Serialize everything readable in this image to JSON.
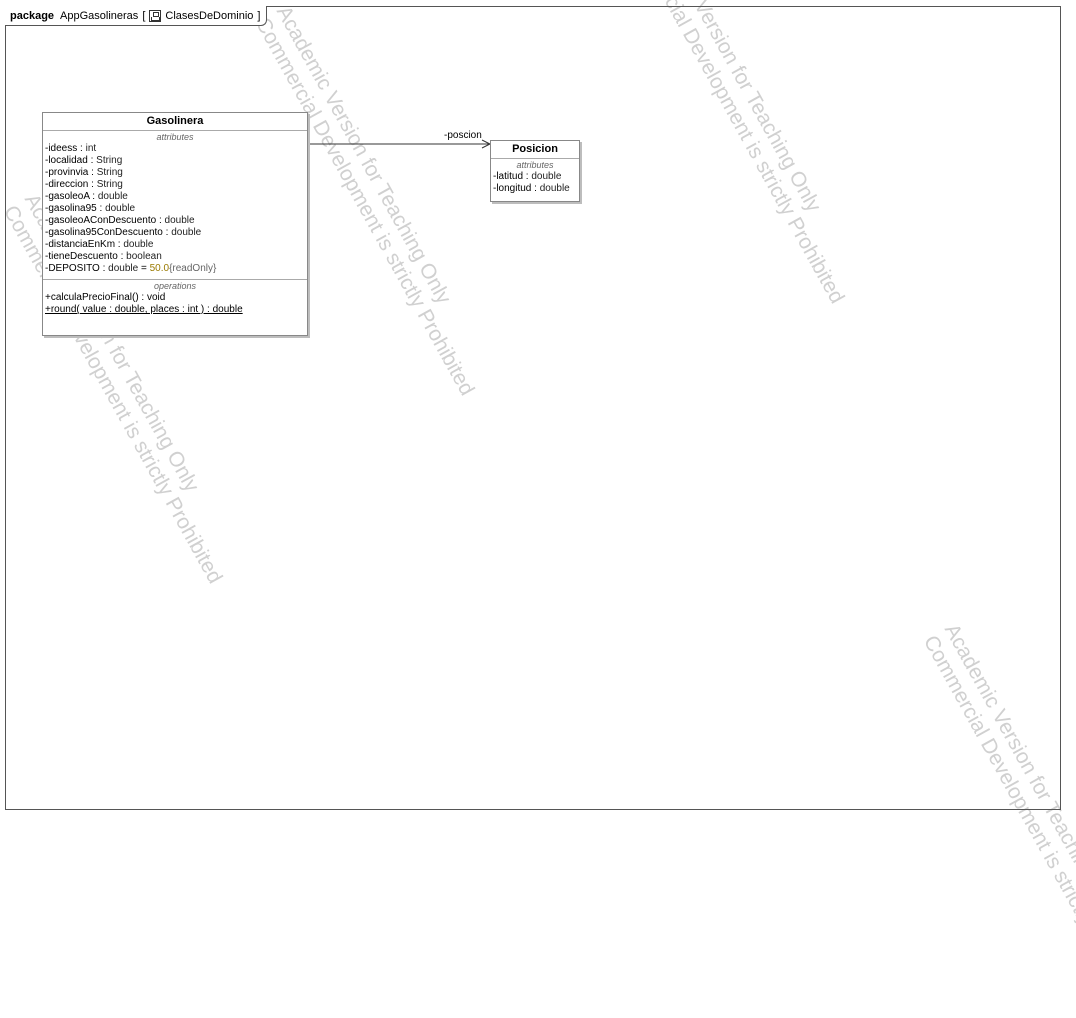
{
  "package": {
    "keyword": "package",
    "name": "AppGasolineras",
    "open_bracket": "[",
    "diagram_icon": "class-diagram-icon",
    "diagram_name": "ClasesDeDominio",
    "close_bracket": "]"
  },
  "watermark": {
    "line1": "Academic Version for Teaching Only",
    "line2": "Commercial Development is strictly Prohibited"
  },
  "classes": {
    "gasolinera": {
      "name": "Gasolinera",
      "attributes_label": "attributes",
      "attributes": [
        {
          "name": "-ideess",
          "sep": " : ",
          "type": "int"
        },
        {
          "name": "-localidad",
          "sep": " : ",
          "type": "String"
        },
        {
          "name": "-provinvia",
          "sep": " : ",
          "type": "String"
        },
        {
          "name": "-direccion",
          "sep": " : ",
          "type": "String"
        },
        {
          "name": "-gasoleoA",
          "sep": " : ",
          "type": "double"
        },
        {
          "name": "-gasolina95",
          "sep": " : ",
          "type": "double"
        },
        {
          "name": "-gasoleoAConDescuento",
          "sep": " : ",
          "type": "double"
        },
        {
          "name": "-gasolina95ConDescuento",
          "sep": " : ",
          "type": "double"
        },
        {
          "name": "-distanciaEnKm",
          "sep": " : ",
          "type": "double"
        },
        {
          "name": "-tieneDescuento",
          "sep": " : ",
          "type": "boolean"
        },
        {
          "name": "-DEPOSITO",
          "sep": " : ",
          "type": "double",
          "eq": " = ",
          "value": "50.0",
          "modifier": "{readOnly}"
        }
      ],
      "operations_label": "operations",
      "operations": [
        {
          "text": "+calculaPrecioFinal() : void",
          "static": false
        },
        {
          "text": "+round( value : double, places : int ) : double",
          "static": true
        }
      ]
    },
    "posicion": {
      "name": "Posicion",
      "attributes_label": "attributes",
      "attributes": [
        {
          "name": "-latitud",
          "sep": " : ",
          "type": "double"
        },
        {
          "name": "-longitud",
          "sep": " : ",
          "type": "double"
        }
      ]
    }
  },
  "association": {
    "role": "-poscion",
    "from": "Gasolinera",
    "to": "Posicion",
    "navigable_end": "Posicion"
  },
  "colors": {
    "frame": "#555555",
    "watermark": "#d0d0d0",
    "default_value": "#9a7a00"
  }
}
